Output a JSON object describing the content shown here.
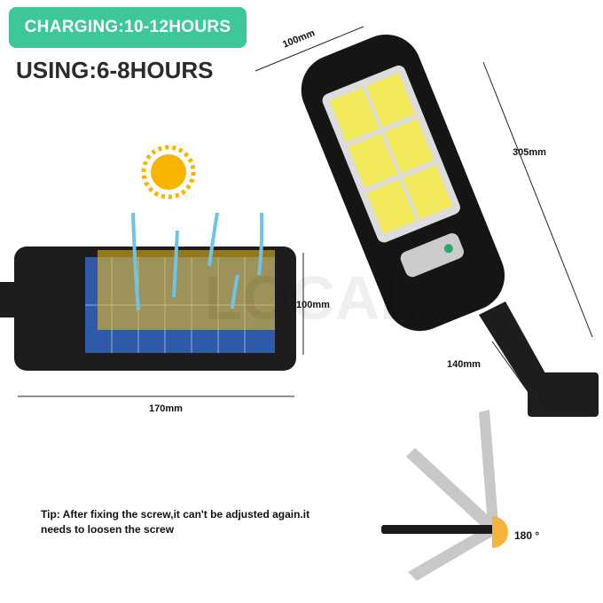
{
  "headline": {
    "charging": "CHARGING:10-12HOURS",
    "using": "USING:6-8HOURS"
  },
  "dimensions": {
    "lamp_width": "100mm",
    "lamp_length": "305mm",
    "panel_height": "100mm",
    "panel_width": "170mm",
    "bracket_length": "140mm"
  },
  "tip": "Tip: After fixing the screw,it can't be adjusted again.it needs to loosen the screw",
  "rotation": "180 °",
  "watermark": "LOCAL",
  "colors": {
    "accent": "#3ec79b",
    "sun": "#f7b500",
    "panel": "#2f5aa8"
  }
}
